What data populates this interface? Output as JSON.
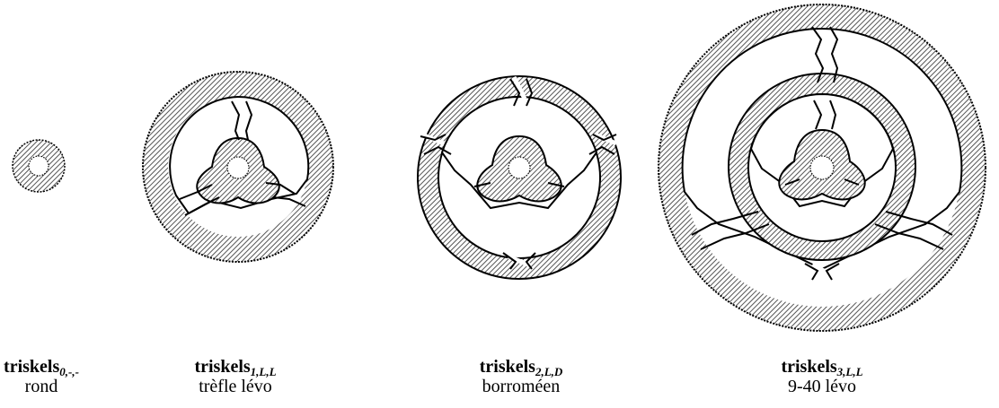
{
  "figures": [
    {
      "name": "triskels",
      "subscript": "0,-,-",
      "caption": "rond"
    },
    {
      "name": "triskels",
      "subscript": "1,L,L",
      "caption": "trèfle lévo"
    },
    {
      "name": "triskels",
      "subscript": "2,L,D",
      "caption": "borroméen"
    },
    {
      "name": "triskels",
      "subscript": "3,L,L",
      "caption": "9-40 lévo"
    }
  ],
  "colors": {
    "ink": "#000000",
    "hatch": "#555555",
    "background": "#ffffff"
  }
}
